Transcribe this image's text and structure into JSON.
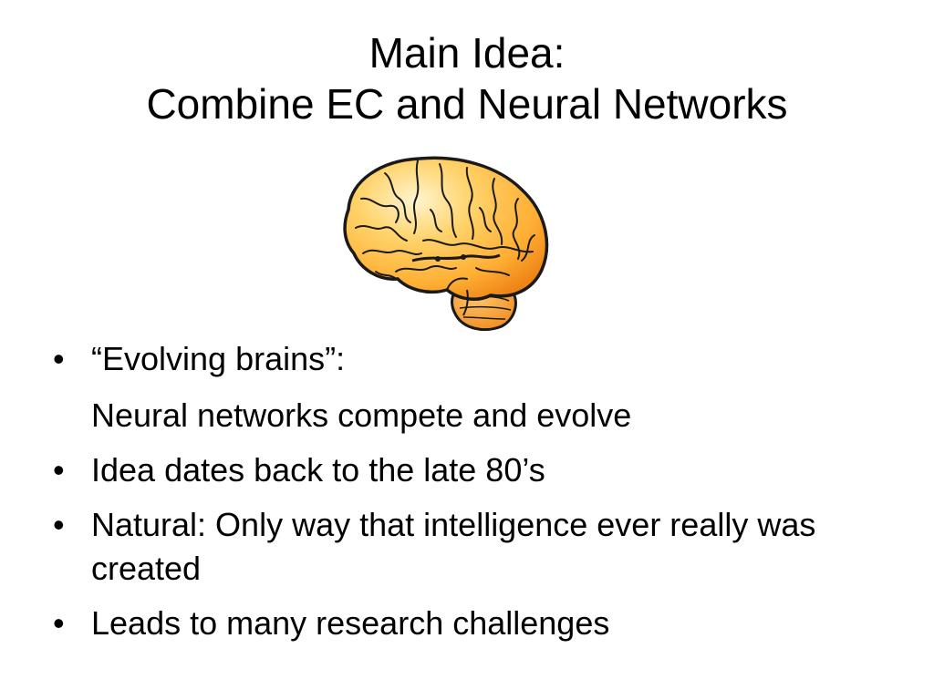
{
  "slide": {
    "title_line1": "Main Idea:",
    "title_line2": "Combine EC and Neural Networks",
    "image_icon": "brain-illustration",
    "bullet_glyph": "•",
    "bullets": [
      {
        "text": "“Evolving brains”:",
        "sub": "Neural networks compete and evolve"
      },
      {
        "text": "Idea dates back to the late 80’s"
      },
      {
        "text": "Natural: Only way that intelligence ever really was created"
      },
      {
        "text": "Leads to many research challenges"
      }
    ]
  },
  "colors": {
    "background": "#ffffff",
    "text": "#000000",
    "brain_light": "#ffe9a8",
    "brain_mid": "#ffc24a",
    "brain_dark": "#f08a1c",
    "outline": "#1a1a1a"
  }
}
